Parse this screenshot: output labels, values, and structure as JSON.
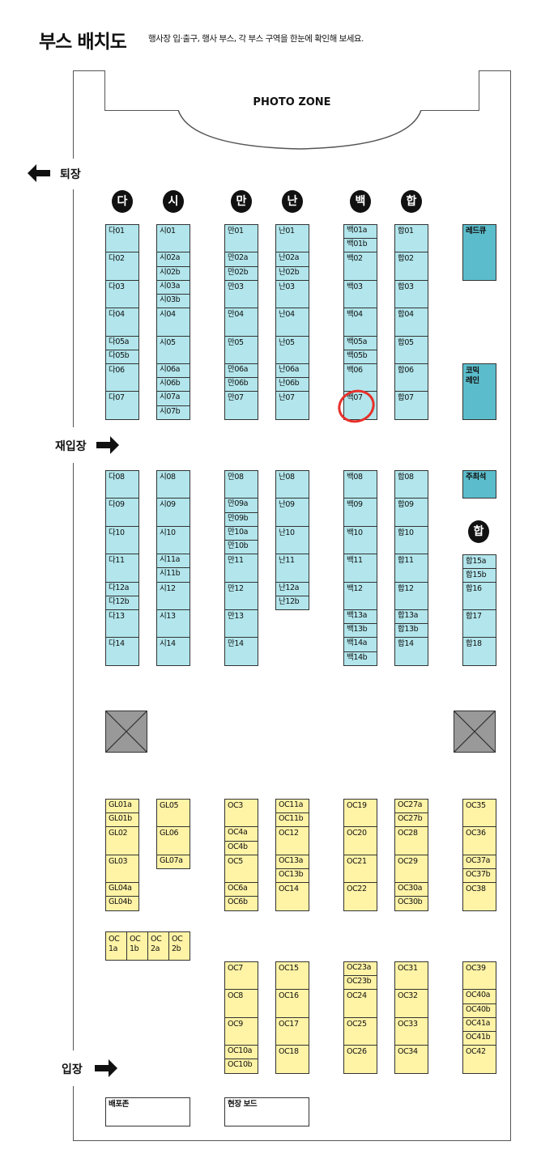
{
  "header": {
    "title": "부스 배치도",
    "subtitle": "행사장 입·출구, 행사 부스, 각 부스 구역을 한눈에 확인해 보세요."
  },
  "photo_zone": "PHOTO ZONE",
  "exits": {
    "exit": "퇴장",
    "reentry": "재입장",
    "entry": "입장"
  },
  "column_headers": [
    "다",
    "시",
    "만",
    "난",
    "백",
    "합"
  ],
  "right_header": "합",
  "right_booths": {
    "redq": "레드큐",
    "comic_lane": "코믹\n레인",
    "host_seat": "주최석",
    "hap": [
      "합15a",
      "합15b",
      "합16",
      "합17",
      "합18"
    ]
  },
  "sections": [
    {
      "columns": [
        {
          "booths": [
            "다01",
            "다02",
            "다03",
            "다04",
            "다05a",
            "다05b",
            "다06",
            "다07"
          ]
        },
        {
          "booths": [
            "시01",
            "시02a",
            "시02b",
            "시03a",
            "시03b",
            "시04",
            "시05",
            "시06a",
            "시06b",
            "시07a",
            "시07b"
          ]
        },
        {
          "booths": [
            "만01",
            "만02a",
            "만02b",
            "만03",
            "만04",
            "만05",
            "만06a",
            "만06b",
            "만07"
          ]
        },
        {
          "booths": [
            "난01",
            "난02a",
            "난02b",
            "난03",
            "난04",
            "난05",
            "난06a",
            "난06b",
            "난07"
          ]
        },
        {
          "booths": [
            "백01a",
            "백01b",
            "백02",
            "백03",
            "백04",
            "백05a",
            "백05b",
            "백06",
            "백07"
          ]
        },
        {
          "booths": [
            "합01",
            "합02",
            "합03",
            "합04",
            "합05",
            "합06",
            "합07"
          ]
        }
      ]
    },
    {
      "columns": [
        {
          "booths": [
            "다08",
            "다09",
            "다10",
            "다11",
            "다12a",
            "다12b",
            "다13",
            "다14"
          ]
        },
        {
          "booths": [
            "시08",
            "시09",
            "시10",
            "시11a",
            "시11b",
            "시12",
            "시13",
            "시14"
          ]
        },
        {
          "booths": [
            "만08",
            "만09a",
            "만09b",
            "만10a",
            "만10b",
            "만11",
            "만12",
            "만13",
            "만14"
          ]
        },
        {
          "booths": [
            "난08",
            "난09",
            "난10",
            "난11",
            "난12a",
            "난12b"
          ]
        },
        {
          "booths": [
            "백08",
            "백09",
            "백10",
            "백11",
            "백12",
            "백13a",
            "백13b",
            "백14a",
            "백14b"
          ]
        },
        {
          "booths": [
            "합08",
            "합09",
            "합10",
            "합11",
            "합12",
            "합13a",
            "합13b",
            "합14"
          ]
        }
      ]
    },
    {
      "columns": [
        {
          "booths": [
            "GL01a",
            "GL01b",
            "GL02",
            "GL03",
            "GL04a",
            "GL04b"
          ]
        },
        {
          "booths": [
            "GL05",
            "GL06",
            "GL07a"
          ]
        },
        {
          "booths": [
            "OC3",
            "OC4a",
            "OC4b",
            "OC5",
            "OC6a",
            "OC6b"
          ]
        },
        {
          "booths": [
            "OC11a",
            "OC11b",
            "OC12",
            "OC13a",
            "OC13b",
            "OC14"
          ]
        },
        {
          "booths": [
            "OC19",
            "OC20",
            "OC21",
            "OC22"
          ]
        },
        {
          "booths": [
            "OC27a",
            "OC27b",
            "OC28",
            "OC29",
            "OC30a",
            "OC30b"
          ]
        },
        {
          "booths": [
            "OC35",
            "OC36",
            "OC37a",
            "OC37b",
            "OC38"
          ]
        }
      ]
    },
    {
      "columns": [
        {
          "booths": []
        },
        {
          "booths": []
        },
        {
          "booths": [
            "OC7",
            "OC8",
            "OC9",
            "OC10a",
            "OC10b"
          ]
        },
        {
          "booths": [
            "OC15",
            "OC16",
            "OC17",
            "OC18"
          ]
        },
        {
          "booths": [
            "OC23a",
            "OC23b",
            "OC24",
            "OC25",
            "OC26"
          ]
        },
        {
          "booths": [
            "OC31",
            "OC32",
            "OC33",
            "OC34"
          ]
        },
        {
          "booths": [
            "OC39",
            "OC40a",
            "OC40b",
            "OC41a",
            "OC41b",
            "OC42"
          ]
        }
      ]
    }
  ],
  "oc_row": [
    "OC\n1a",
    "OC\n1b",
    "OC\n2a",
    "OC\n2b"
  ],
  "bottom_boxes": {
    "distribution": "배포존",
    "onsite_board": "현장 보드"
  },
  "colors": {
    "cyan": "#b2e6ec",
    "teal": "#5bbdcb",
    "yellow": "#fff3a6",
    "highlight": "#e8302a"
  }
}
